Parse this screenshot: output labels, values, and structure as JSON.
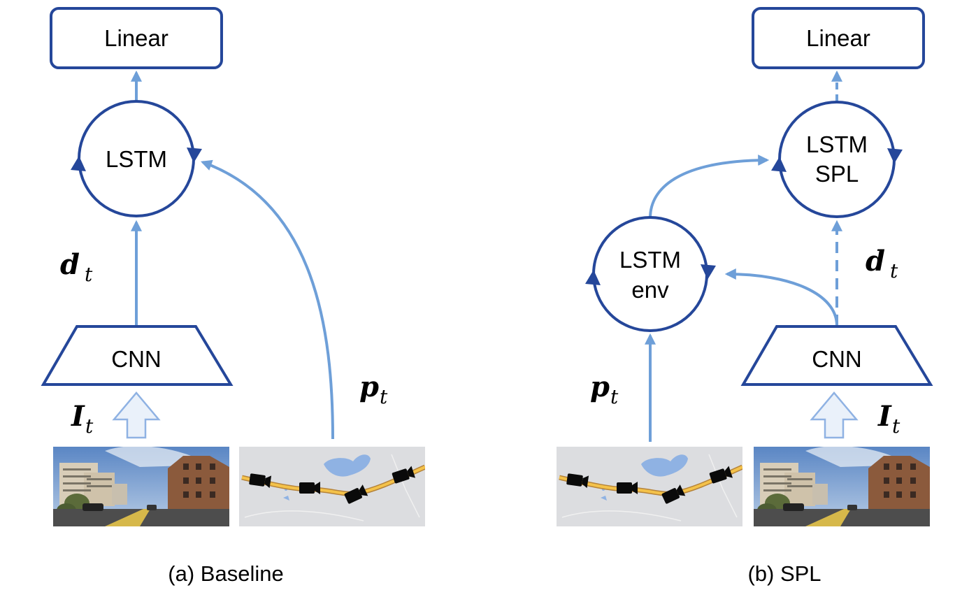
{
  "baseline": {
    "linear_label": "Linear",
    "lstm_label": "LSTM",
    "cnn_label": "CNN",
    "d_main": "d",
    "d_sub": "t",
    "p_main": "p",
    "p_sub": "t",
    "i_main": "I",
    "i_sub": "t",
    "caption": "(a) Baseline"
  },
  "spl": {
    "linear_label": "Linear",
    "lstm_spl_line1": "LSTM",
    "lstm_spl_line2": "SPL",
    "lstm_env_line1": "LSTM",
    "lstm_env_line2": "env",
    "cnn_label": "CNN",
    "d_main": "d",
    "d_sub": "t",
    "p_main": "p",
    "p_sub": "t",
    "i_main": "I",
    "i_sub": "t",
    "caption": "(b) SPL"
  },
  "colors": {
    "node_stroke": "#25479a",
    "arrow": "#6e9fd8",
    "map_background": "#dcdde0",
    "road": "#f2b230",
    "water": "#8fb2e3"
  },
  "icons": [
    "street-photo-icon",
    "map-with-camera-trajectory-icon"
  ]
}
